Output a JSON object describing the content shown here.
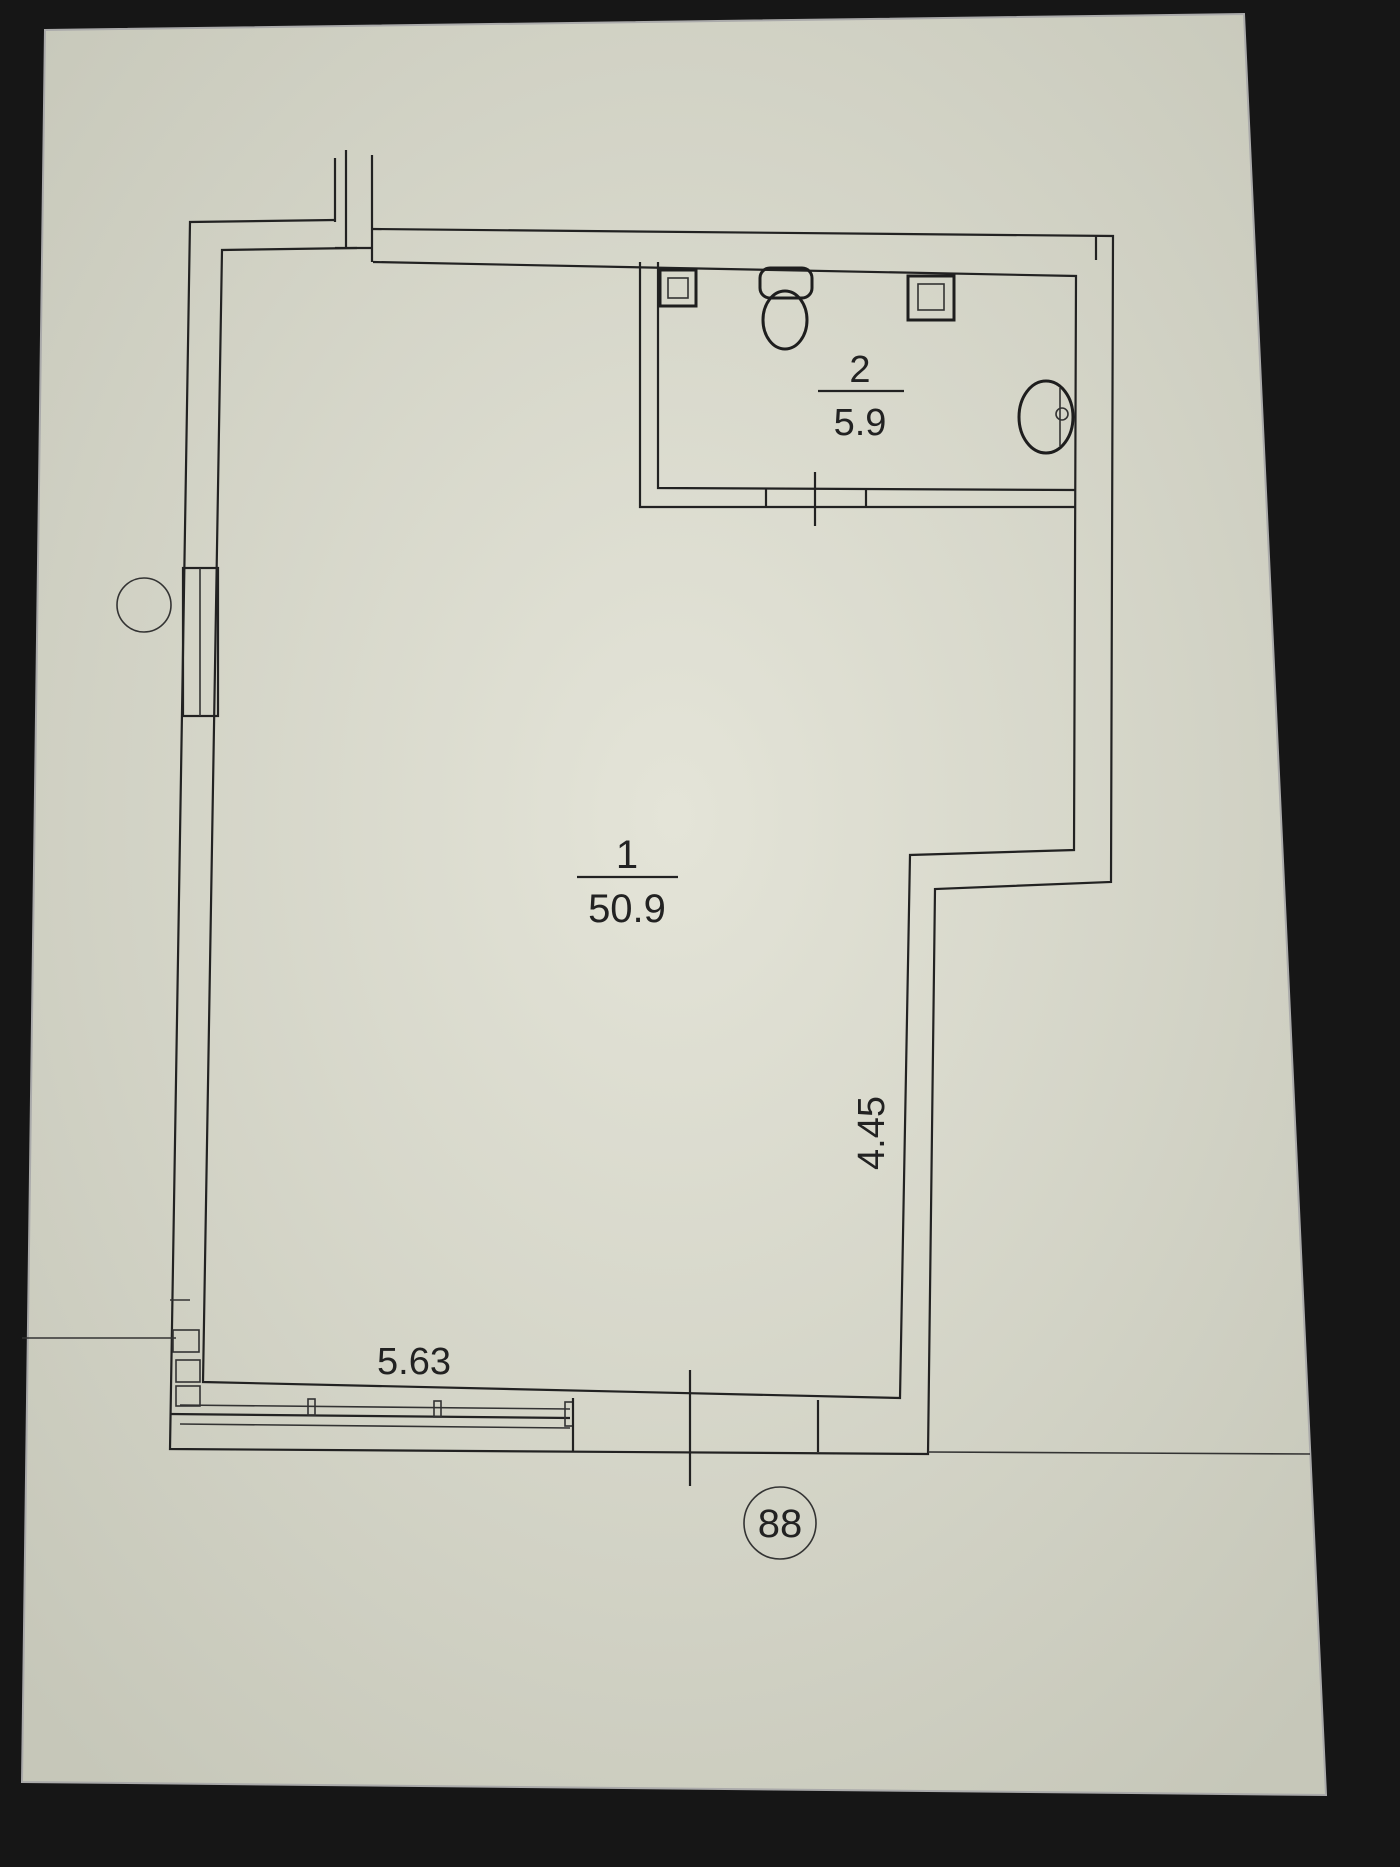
{
  "plan": {
    "rooms": [
      {
        "number": "1",
        "area": "50.9"
      },
      {
        "number": "2",
        "area": "5.9"
      }
    ],
    "dimensions": {
      "bottom_width": "5.63",
      "right_height": "4.45"
    },
    "axis_marker": "88"
  },
  "colors": {
    "paper": "#dcdccf",
    "paper_edge": "#c9c9bb",
    "frame": "#161616",
    "ink": "#222222"
  }
}
